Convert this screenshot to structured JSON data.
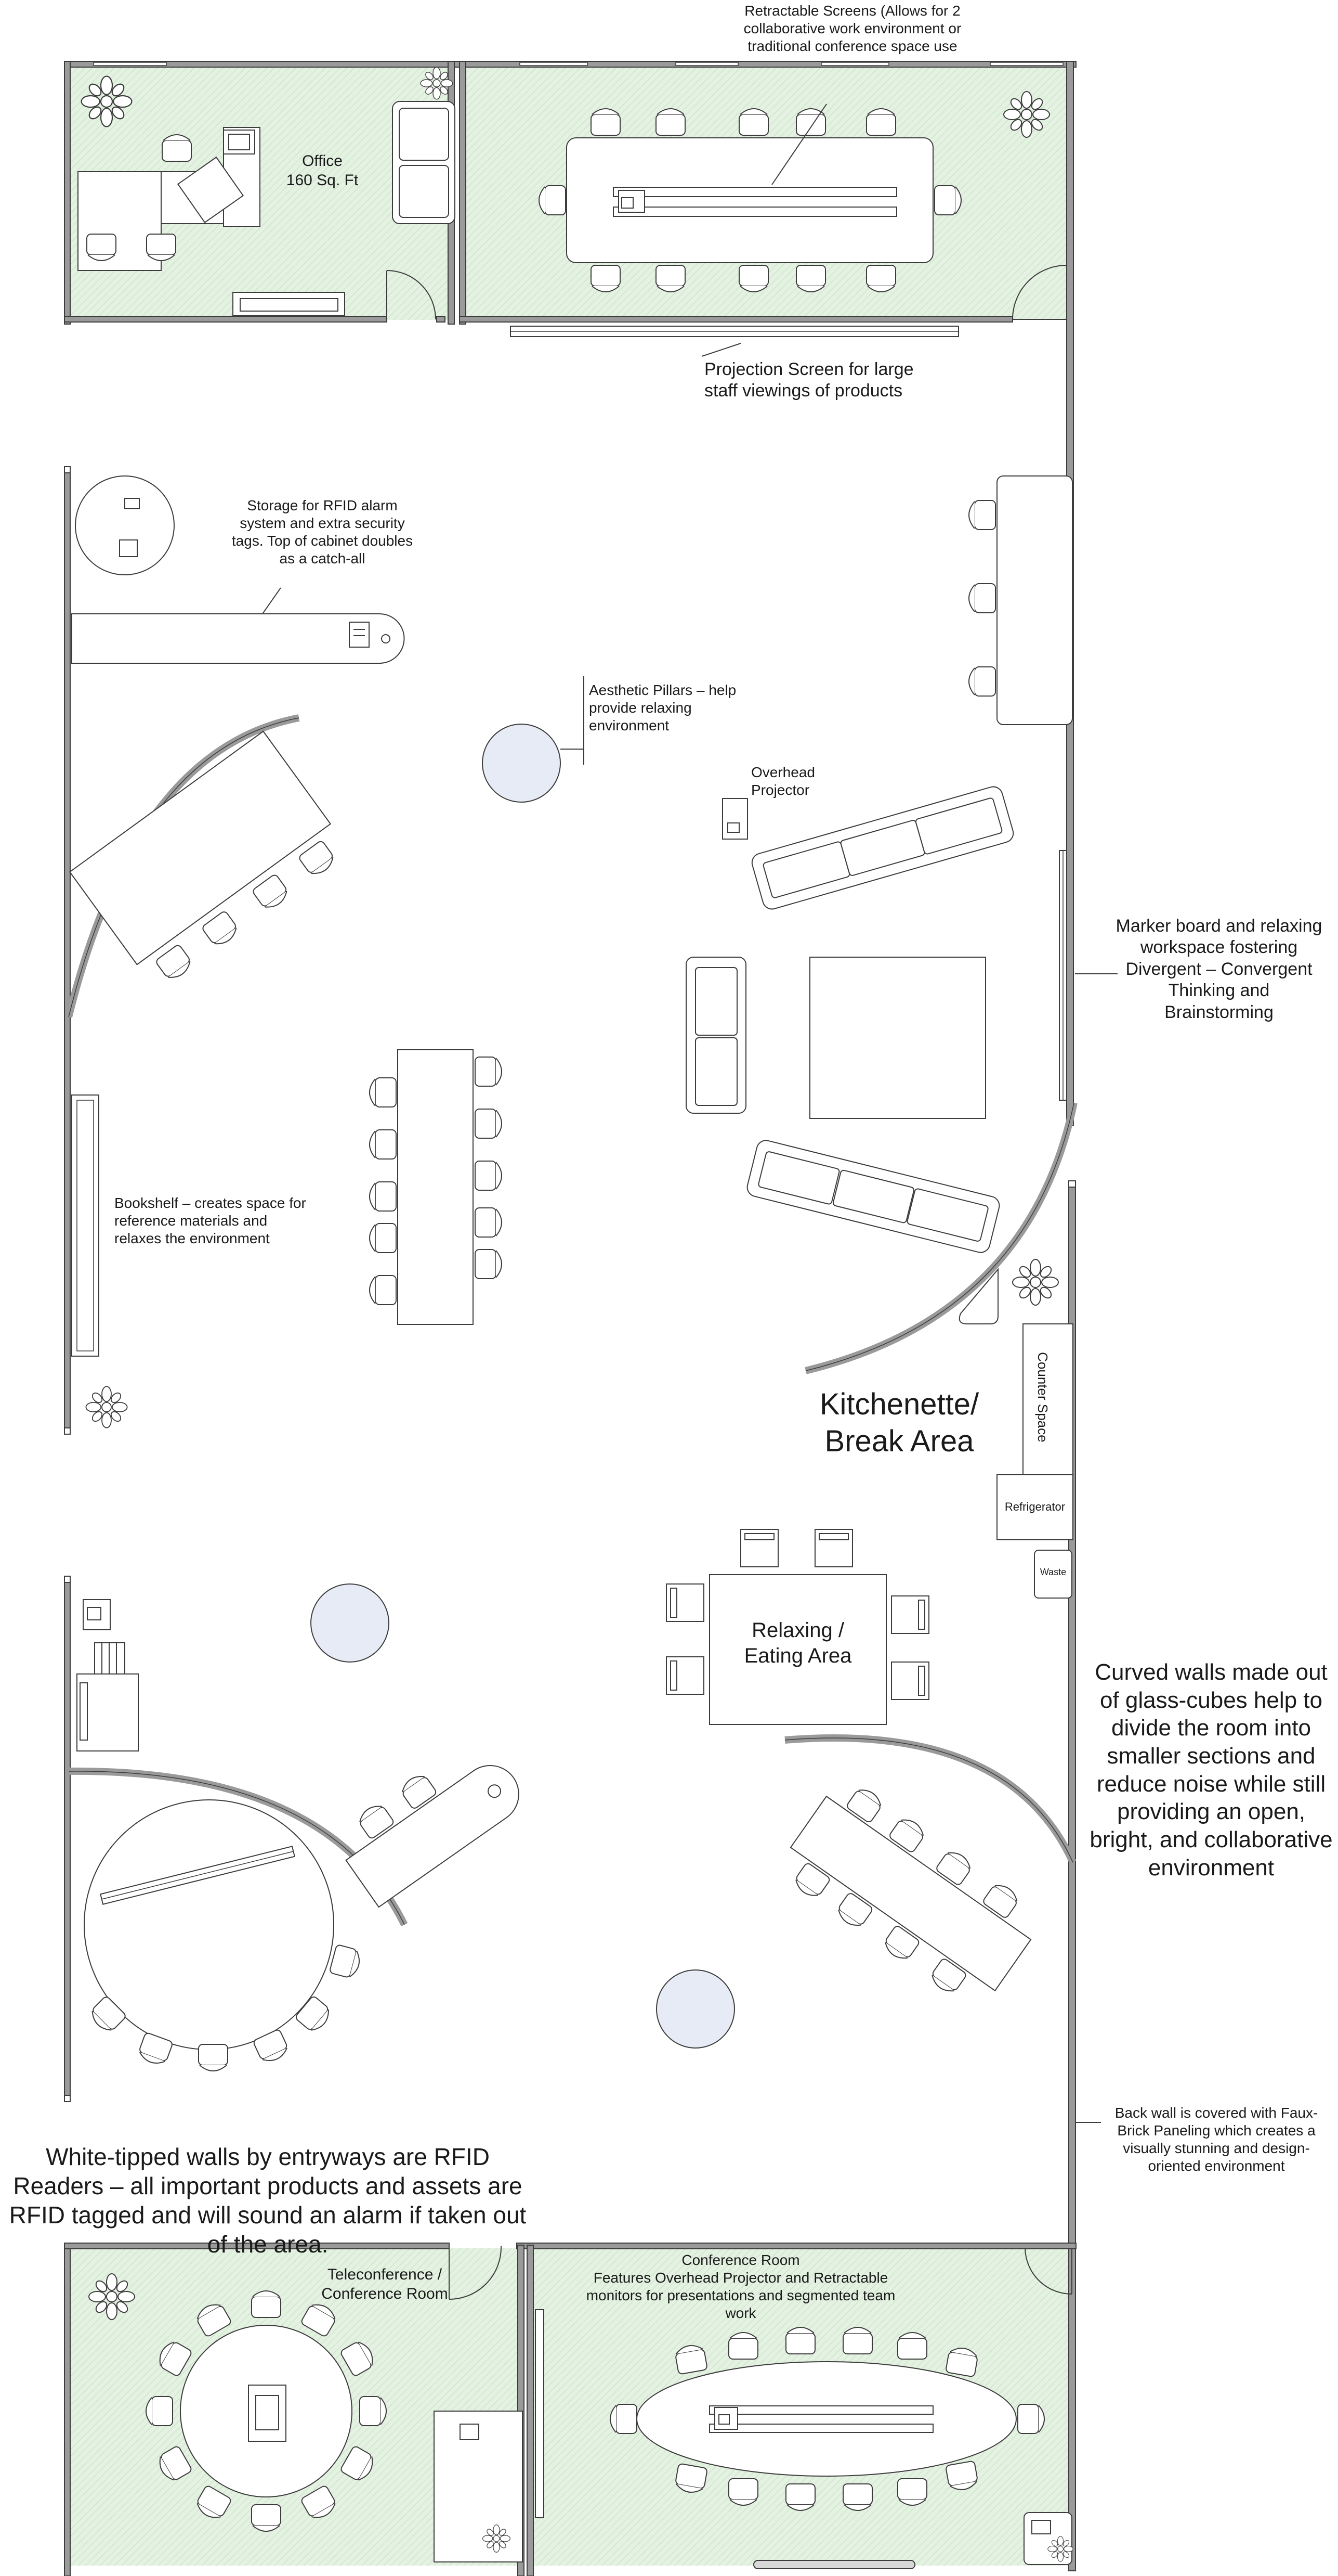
{
  "labels": {
    "retractable_screens": "Retractable Screens (Allows for 2 collaborative work environment or traditional conference space use",
    "office": "Office\n160 Sq. Ft",
    "projection_screen": "Projection Screen for large staff viewings of products",
    "storage": "Storage for RFID alarm system and extra security tags. Top of cabinet doubles as a catch-all",
    "pillars": "Aesthetic Pillars – help provide relaxing environment",
    "overhead_projector": "Overhead Projector",
    "marker_board": "Marker board and relaxing workspace fostering Divergent – Convergent Thinking and Brainstorming",
    "bookshelf": "Bookshelf – creates space for reference materials and relaxes the environment",
    "kitchenette": "Kitchenette/ Break Area",
    "counter_space": "Counter Space",
    "refrigerator": "Refrigerator",
    "waste": "Waste",
    "relaxing_eating": "Relaxing / Eating Area",
    "curved_walls": "Curved walls made out of glass-cubes help to divide the room into smaller sections and reduce noise while still providing an open, bright, and collaborative environment",
    "back_wall": "Back wall is covered with Faux-Brick Paneling which creates a visually stunning and design-oriented environment",
    "rfid_readers": "White-tipped walls by entryways are RFID Readers – all important products and assets are RFID tagged and will sound an alarm if taken out of the area.",
    "teleconference": "Teleconference / Conference Room",
    "conference_room": "Conference Room\nFeatures Overhead Projector and Retractable monitors for presentations and segmented team work"
  },
  "colors": {
    "wall": "#9a9a9a",
    "line": "#3c3c3c",
    "carpet": "#e4f2e2",
    "pillar": "#e6ebf5"
  }
}
